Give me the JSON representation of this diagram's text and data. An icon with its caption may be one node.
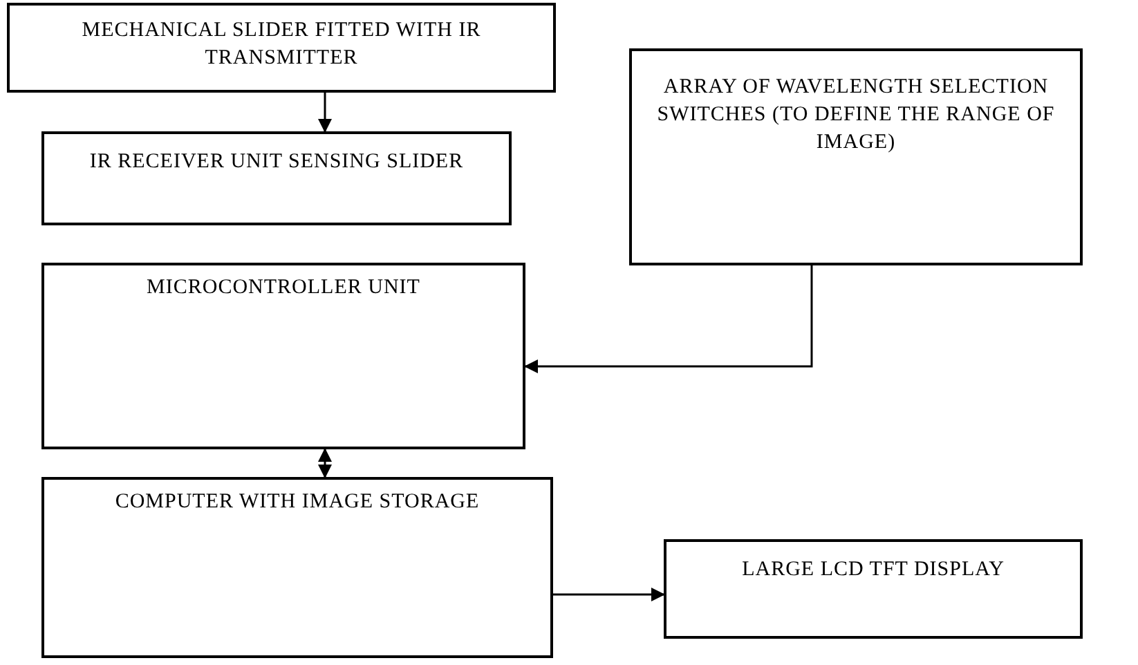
{
  "diagram": {
    "nodes": [
      {
        "text": [
          "MECHANICAL SLIDER FITTED WITH IR TRANSMITTER"
        ]
      },
      {
        "text": [
          "IR RECEIVER UNIT SENSING SLIDER"
        ]
      },
      {
        "text": [
          "ARRAY OF WAVELENGTH SELECTION SWITCHES (TO DEFINE THE RANGE OF IMAGE)"
        ]
      },
      {
        "text": [
          "MICROCONTROLLER UNIT"
        ]
      },
      {
        "text": [
          "COMPUTER WITH IMAGE STORAGE"
        ]
      },
      {
        "text": [
          "LARGE LCD TFT DISPLAY"
        ]
      }
    ],
    "edges": [
      {
        "from": 0,
        "to": 1,
        "arrow": "to"
      },
      {
        "from": 2,
        "to": 3,
        "arrow": "to"
      },
      {
        "from": 3,
        "to": 4,
        "arrow": "both"
      },
      {
        "from": 4,
        "to": 5,
        "arrow": "to"
      }
    ]
  }
}
